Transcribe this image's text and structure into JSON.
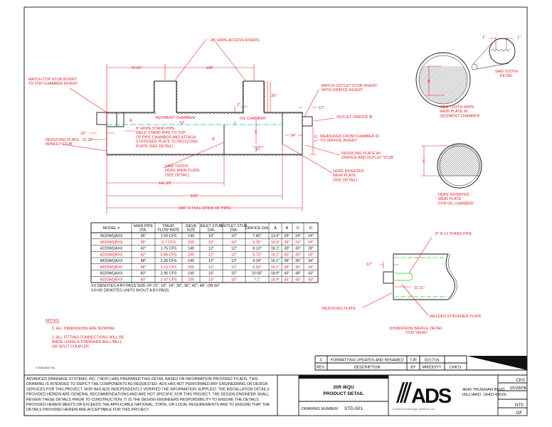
{
  "colors": {
    "annotation": "#e3202b",
    "outline": "#111111",
    "water_line": "#00c4cc",
    "stand_pipe": "#1fcc1f",
    "highlight_rows": "#e3202b"
  },
  "callouts": {
    "access-risers": [
      "24\" HDPE ACCESS RISERS"
    ],
    "dim-70": [
      "70.66\""
    ],
    "dim-106": [
      "106\""
    ],
    "match-top-stub": [
      "MATCH TOP STUB INVERT",
      "TO TOP CHAMBER INVERT"
    ],
    "sediment-chamber": [
      "SEDIMENT CHAMBER"
    ],
    "label-a": [
      "A"
    ],
    "stand-pipe-note": [
      "8\" HDPE STAND PIPE.",
      "WELD STAND PIPE TO TOP",
      "OF PIPE CHAMBER AND ATTACH",
      "STIFFENER PLATE TO REDUCING",
      "PLATE (SEE DETAIL)"
    ],
    "dim-12-left": [
      "12\""
    ],
    "dim-2111-left": [
      "21.11\""
    ],
    "reducing-plate-inlet": [
      "REDUCING PLATE",
      "W/INLET STUB"
    ],
    "saw-tooth-weir": [
      "SAW TOOTH",
      "HDPE WEIR PLATE",
      "(SEE DETAIL)"
    ],
    "label-b": [
      "B"
    ],
    "dim-2": [
      "2\""
    ],
    "oil-chamber": [
      "OIL CHAMBER"
    ],
    "dim-36": [
      "36\""
    ],
    "label-c": [
      "C"
    ],
    "dim-12-bottom": [
      "12\""
    ],
    "dim-24": [
      "24\""
    ],
    "label-d": [
      "D"
    ],
    "dim-12-right": [
      "12\""
    ],
    "match-outlet": [
      "MATCH OUTLET STUB INVERT",
      "WITH ORIFICE INVERT"
    ],
    "outlet-orifice": [
      "OUTLET ORIFICE Ø"
    ],
    "measured-from": [
      "MEASURED FROM CHAMBER ID",
      "TO ORIFICE INVERT"
    ],
    "reducing-plate-outlet": [
      "REDUCING PLATE W/",
      "ORIFICE AND OUTLET STUB"
    ],
    "inverted-weir": [
      "HDPE INVERTED",
      "WEIR PLATE",
      "(SEE DETAIL)"
    ],
    "dim-141": [
      "141.33\""
    ],
    "dim-212": [
      "212\""
    ],
    "dim-236": [
      "236\" (1 FULL STICK OF PIPE)"
    ],
    "dim-1-left": [
      "1\""
    ],
    "dim-1-right": [
      "1\""
    ],
    "saw-tooth-detail": [
      "SAW TOOTH",
      "DETAIL"
    ],
    "circle-b": [
      "B"
    ],
    "saw-tooth-plate": [
      "SAW TOOTH HDPE",
      "WEIR PLATE IN",
      "SEDIMENT CHAMBER"
    ],
    "circle-c": [
      "C"
    ],
    "inverted-plate": [
      "HDPE INVERTED",
      "WEIR PLATE",
      "FOR OIL CHAMBER"
    ],
    "n12-stand-pipe": [
      "8\" N-12 STAND PIPE"
    ],
    "baffle-12": [
      "12\""
    ],
    "baffle-2111": [
      "21.11\""
    ],
    "baffle-reducing": [
      "REDUCING PLATE"
    ],
    "welded-stiffener": [
      "WELDED STIFFENER PLATE"
    ],
    "baffle-title": [
      "DISPERSION BAFFLE DETAIL",
      "(TOP VIEW)"
    ]
  },
  "table": {
    "headers": [
      [
        "MODEL #"
      ],
      [
        "MAIN PIPE",
        "DIA."
      ],
      [
        "TREAT.",
        "FLOW RATE"
      ],
      [
        "SIEVE",
        "SIZE"
      ],
      [
        "INLET STUB",
        "DIA."
      ],
      [
        "OUTLET STUB",
        "DIA."
      ],
      [
        "ORIFICE DIA."
      ],
      [
        "A"
      ],
      [
        "B"
      ],
      [
        "C"
      ],
      [
        "D"
      ]
    ],
    "rows": [
      {
        "highlight": false,
        "cells": [
          "3620WQAXX",
          "36\"",
          "1.50 CFS",
          "140",
          "10\"",
          "10\"",
          "7.82\"",
          "13.9\"",
          "26\"",
          "24\"",
          "24\""
        ]
      },
      {
        "highlight": true,
        "cells": [
          "3620WQBXX",
          "36\"",
          "0.7 CFS",
          "200",
          "10\"",
          "10\"",
          "5.35\"",
          "13.9\"",
          "26\"",
          "24\"",
          "24\""
        ]
      },
      {
        "highlight": false,
        "cells": [
          "4220WQAXX",
          "42\"",
          "1.75 CFS",
          "140",
          "12\"",
          "12\"",
          "8.13\"",
          "16.1\"",
          "30\"",
          "30\"",
          "28\""
        ]
      },
      {
        "highlight": true,
        "cells": [
          "4220WQBXX",
          "42\"",
          "0.86 CFS",
          "200",
          "12\"",
          "12\"",
          "5.70\"",
          "16.1\"",
          "30\"",
          "30\"",
          "28\""
        ]
      },
      {
        "highlight": false,
        "cells": [
          "4820WQAXX",
          "48\"",
          "2.26 CFS",
          "140",
          "12\"",
          "12\"",
          "9.24\"",
          "16.1\"",
          "36\"",
          "36\"",
          "34\""
        ]
      },
      {
        "highlight": true,
        "cells": [
          "4820WQBXX",
          "48\"",
          "1.13 CFS",
          "200",
          "12\"",
          "12\"",
          "6.53\"",
          "16.1\"",
          "36\"",
          "36\"",
          "34\""
        ]
      },
      {
        "highlight": false,
        "cells": [
          "6020WQAXX",
          "60\"",
          "2.95 CFS",
          "140",
          "15\"",
          "15\"",
          "10.05\"",
          "18.9\"",
          "45\"",
          "48\"",
          "43\""
        ]
      },
      {
        "highlight": true,
        "cells": [
          "6020WQBXX",
          "60\"",
          "1.47 CFS",
          "200",
          "15\"",
          "15\"",
          "7.1\"",
          "18.9\"",
          "45\"",
          "48\"",
          "43\""
        ]
      }
    ],
    "footnotes": [
      "XX DENOTES A BY-PASS SIZE OF 15\", 18\", 24\", 30\", 36\", 42\", 48\", OR 60\"",
      "XX=00 DENOTES UNITS W/OUT A BY-PASS."
    ]
  },
  "notes": {
    "title": "NOTES:",
    "items": [
      [
        "1. ALL DIMENSIONS ARE NOMINAL"
      ],
      [
        "2. ALL FITTING CONNECTIONS WILL BE",
        "MADE USING A STANDARD BELL/BELL",
        "OR SPLIT COUPLER"
      ]
    ]
  },
  "copyright": "© 2006 ADS, INC.",
  "disclaimer": [
    "ADVANCED DRAINAGE SYSTEMS, INC. (\"ADS\") HAS PREPARED THIS DETAIL BASED ON INFORMATION PROVIDED TO ADS.  THIS",
    "DRAWING IS INTENDED TO DEPICT THE COMPONENTS AS REQUESTED.  ADS HAS NOT PERFORMED ANY ENGINEERING OR DESIGN",
    "SERVICES FOR THIS PROJECT, NOR HAS ADS INDEPENDENTLY VERIFIED THE INFORMATION SUPPLIED.  THE INSTALLATION DETAILS",
    "PROVIDED HEREIN ARE GENERAL RECOMMENDATIONS AND ARE NOT SPECIFIC FOR THIS PROJECT.  THE DESIGN ENGINEER SHALL",
    "REVIEW THESE DETAILS PRIOR TO CONSTRUCTION.  IT IS THE DESIGN ENGINEERS RESPONSIBILITY TO ENSURE THE DETAILS",
    "PROVIDED HEREIN MEETS OR EXCEEDS THE APPLICABLE NATIONAL, STATE, OR LOCAL REQUIREMENTS AND TO ENSURE THAT THE",
    "DETAILS PROVIDED HEREIN ARE ACCEPTABLE FOR THIS PROJECT."
  ],
  "revision": {
    "row": {
      "rev": "3",
      "description": "FORMATTING UPDATES AND RENAMED",
      "by": "TJR",
      "date": "02/17/16",
      "chkd": ""
    },
    "header": {
      "rev": "REV.",
      "description": "DESCRIPTION",
      "by": "BY",
      "date": "MM/DD/YY",
      "chkd": "CHK'D"
    }
  },
  "title_block": {
    "product_line1": "20ft WQU",
    "product_line2": "PRODUCT DETAIL",
    "drawing_number_label": "DRAWING NUMBER:",
    "drawing_number": "STD-501",
    "logo_text": "ADS",
    "logo_subtitle": "Advanced Drainage Systems, Inc.",
    "address_line1": "4640 TRUEMAN BLVD",
    "address_line2": "HILLIARD, OHIO 43026",
    "drawn_by": "CKS",
    "date": "10/26/06",
    "checked_by": "",
    "scale": "NTS",
    "sheet": "OF"
  }
}
